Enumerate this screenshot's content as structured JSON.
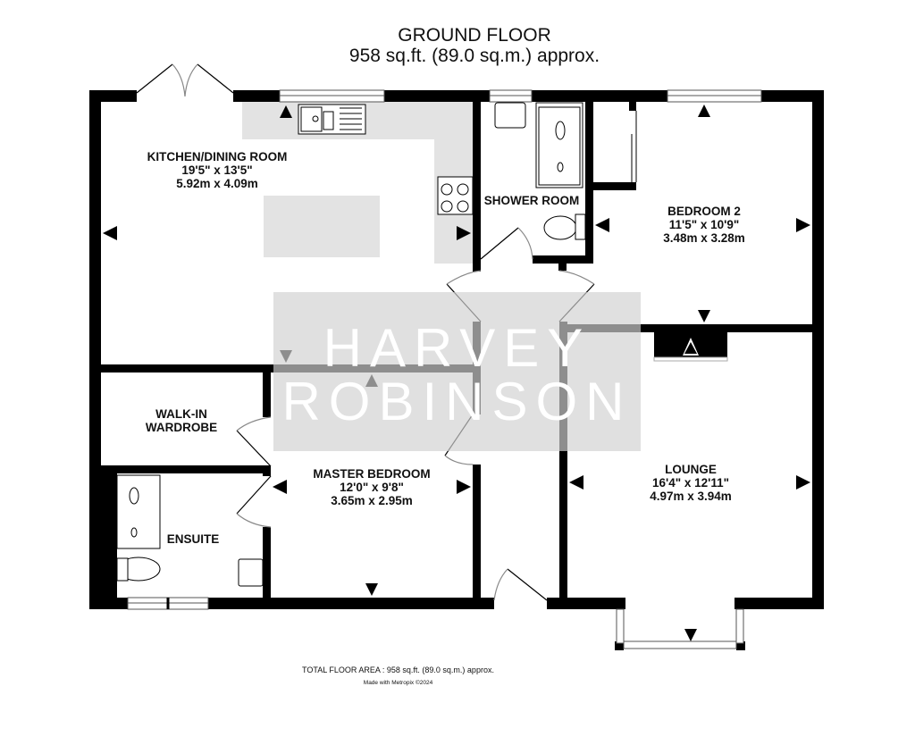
{
  "header": {
    "floor_title": "GROUND FLOOR",
    "floor_area": "958 sq.ft. (89.0 sq.m.) approx."
  },
  "rooms": {
    "kitchen": {
      "name": "KITCHEN/DINING ROOM",
      "imperial": "19'5\"  x 13'5\"",
      "metric": "5.92m  x 4.09m"
    },
    "shower_room": {
      "name": "SHOWER ROOM"
    },
    "bedroom2": {
      "name": "BEDROOM 2",
      "imperial": "11'5\"  x 10'9\"",
      "metric": "3.48m  x 3.28m"
    },
    "walk_in_wardrobe": {
      "name_line1": "WALK-IN",
      "name_line2": "WARDROBE"
    },
    "master_bedroom": {
      "name": "MASTER BEDROOM",
      "imperial": "12'0\"  x 9'8\"",
      "metric": "3.65m  x 2.95m"
    },
    "ensuite": {
      "name": "ENSUITE"
    },
    "lounge": {
      "name": "LOUNGE",
      "imperial": "16'4\"  x 12'11\"",
      "metric": "4.97m  x 3.94m"
    }
  },
  "watermark": {
    "line1": "HARVEY",
    "line2": "ROBINSON"
  },
  "footer": {
    "total_area": "TOTAL FLOOR AREA : 958 sq.ft. (89.0 sq.m.) approx.",
    "credit": "Made with Metropix ©2024"
  },
  "colors": {
    "wall": "#000000",
    "worktop": "#e3e3e3",
    "watermark_bg": "#d2d2d2"
  }
}
